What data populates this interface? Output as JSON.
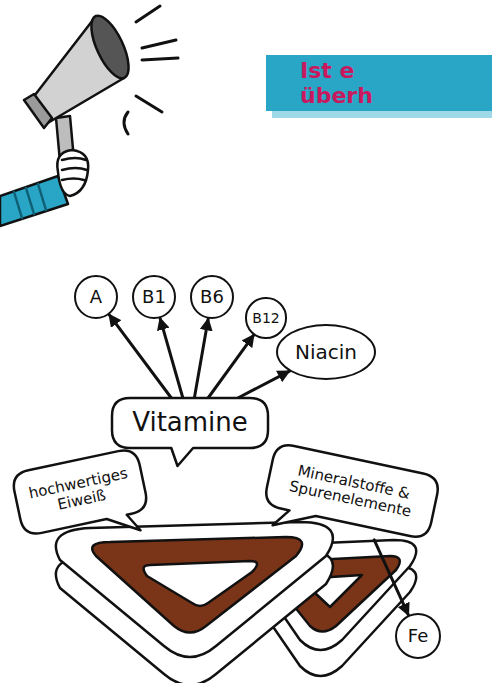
{
  "diagram": {
    "title": "Ist e überh",
    "nodes": [
      {
        "text": [
          "A"
        ]
      },
      {
        "text": [
          "B1"
        ]
      },
      {
        "text": [
          "B6"
        ]
      },
      {
        "text": [
          "B12"
        ]
      },
      {
        "text": [
          "Niacin"
        ]
      },
      {
        "text": [
          "Vitamine"
        ]
      },
      {
        "text": [
          "hochwertiges Eiweiß"
        ]
      },
      {
        "text": [
          "Mineralstoffe & Spurenelemente"
        ]
      },
      {
        "text": [
          "Fe"
        ]
      }
    ],
    "edges": [
      {
        "from": 5,
        "to": 0,
        "arrow": "to"
      },
      {
        "from": 5,
        "to": 1,
        "arrow": "to"
      },
      {
        "from": 5,
        "to": 2,
        "arrow": "to"
      },
      {
        "from": 5,
        "to": 3,
        "arrow": "to"
      },
      {
        "from": 5,
        "to": 4,
        "arrow": "to"
      },
      {
        "from": 7,
        "to": 8,
        "arrow": "to"
      }
    ]
  }
}
